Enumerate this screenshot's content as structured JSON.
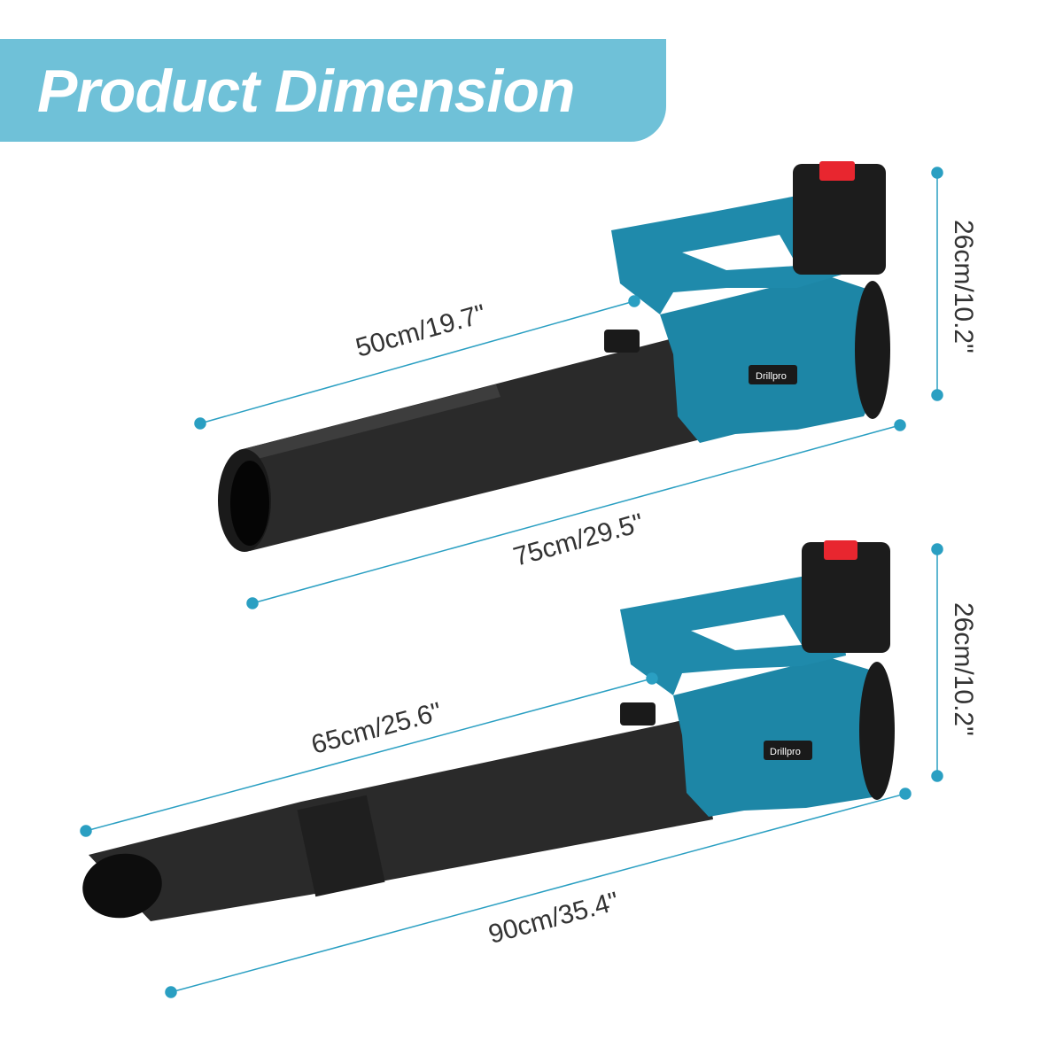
{
  "header": {
    "title": "Product Dimension"
  },
  "colors": {
    "banner": "#6fc1d8",
    "dimension_line": "#2a9fc2",
    "body": "#1d86a6",
    "tube": "#2b2b2b",
    "battery_button": "#e8262f"
  },
  "products": [
    {
      "variant": "round-nozzle",
      "brand": "Drillpro",
      "dimensions": {
        "tube_length": "50cm/19.7\"",
        "total_length": "75cm/29.5\"",
        "height": "26cm/10.2\""
      }
    },
    {
      "variant": "flat-nozzle",
      "brand": "Drillpro",
      "dimensions": {
        "tube_length": "65cm/25.6\"",
        "total_length": "90cm/35.4\"",
        "height": "26cm/10.2\""
      }
    }
  ]
}
